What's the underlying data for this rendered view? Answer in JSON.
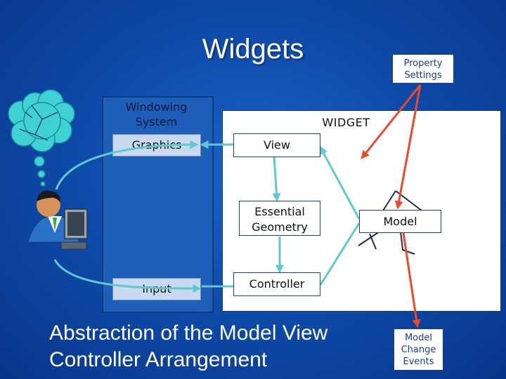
{
  "title": "Widgets",
  "caption_lines": [
    "Abstraction of the Model View",
    "Controller Arrangement"
  ],
  "windowing": {
    "label_lines": [
      "Windowing",
      "System"
    ],
    "graphics": "Graphics",
    "input": "Input"
  },
  "widget": {
    "title": "WIDGET",
    "view": "View",
    "essential_lines": [
      "Essential",
      "Geometry"
    ],
    "controller": "Controller"
  },
  "model": "Model",
  "property_lines": [
    "Property",
    "Settings"
  ],
  "events_lines": [
    "Model",
    "Change",
    "Events"
  ],
  "colors": {
    "background": "#0f4cab",
    "arrow_cyan": "#5ec9cf",
    "arrow_red": "#e84a2b",
    "box_fill": "#ffffff"
  },
  "icons": {
    "cloud": "thought-cloud-icon",
    "user": "user-at-computer-icon"
  }
}
